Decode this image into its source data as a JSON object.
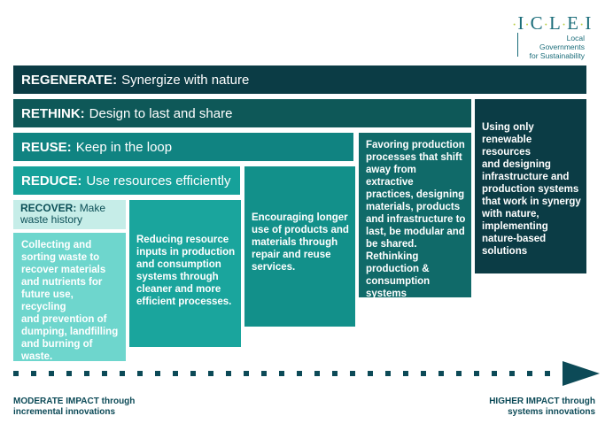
{
  "logo": {
    "letters": [
      "I",
      "C",
      "L",
      "E",
      "I"
    ],
    "subtitle": "Local\nGovernments\nfor Sustainability"
  },
  "levels": {
    "regenerate": {
      "label": "REGENERATE:",
      "text": "Synergize with nature"
    },
    "rethink": {
      "label": "RETHINK:",
      "text": "Design to last and share"
    },
    "reuse": {
      "label": "REUSE:",
      "text": "Keep in the loop"
    },
    "reduce": {
      "label": "REDUCE:",
      "text": "Use resources efficiently"
    },
    "recover": {
      "label": "RECOVER:",
      "text": "Make waste history"
    }
  },
  "descriptions": {
    "recover": "Collecting and\nsorting waste to\nrecover materials\nand nutrients for\nfuture use, recycling\nand prevention of\ndumping, landfilling\nand burning of\nwaste.",
    "reduce": "Reducing resource\ninputs in production\nand consumption\nsystems through\ncleaner and more\nefficient processes.",
    "reuse": "Encouraging longer\nuse of products and\nmaterials through\nrepair and reuse\nservices.",
    "rethink": "Favoring production\nprocesses that shift\naway from extractive\npractices, designing\nmaterials, products\nand infrastructure to\nlast, be modular and\nbe shared.\nRethinking\nproduction &\nconsumption\nsystems",
    "regenerate": "Using only\nrenewable resources\nand designing\ninfrastructure and\nproduction systems\nthat work in synergy\nwith nature,\nimplementing\nnature-based\nsolutions"
  },
  "impact": {
    "left": "MODERATE IMPACT through\nincremental innovations",
    "right": "HIGHER IMPACT through\nsystems innovations"
  },
  "colors": {
    "regenerate": "#0b3c45",
    "rethink": "#0e5858",
    "reuse": "#108381",
    "reduce": "#16a19a",
    "recover": "#6ed6cd",
    "recover_header": "#c6ede8",
    "logo_text": "#1b6d7a",
    "logo_dots": "#b7cc3c"
  }
}
